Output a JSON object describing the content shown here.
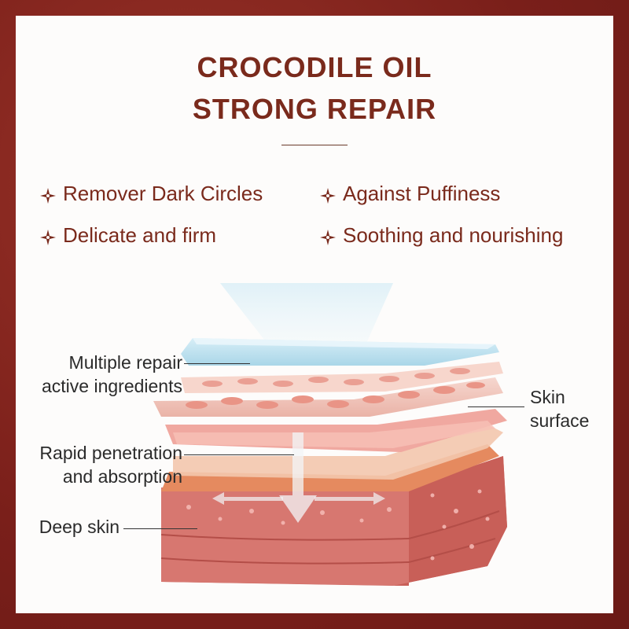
{
  "title": {
    "line1": "CROCODILE OIL",
    "line2": "STRONG REPAIR"
  },
  "features": [
    {
      "icon": "sparkle-cross-icon",
      "text": "Remover Dark Circles"
    },
    {
      "icon": "sparkle-cross-icon",
      "text": "Against Puffiness"
    },
    {
      "icon": "sparkle-cross-icon",
      "text": "Delicate and firm"
    },
    {
      "icon": "sparkle-cross-icon",
      "text": "Soothing and nourishing"
    }
  ],
  "diagram": {
    "labels": {
      "repair_line1": "Multiple repair",
      "repair_line2": "active ingredients",
      "surface_line1": "Skin",
      "surface_line2": "surface",
      "penetration_line1": "Rapid penetration",
      "penetration_line2": "and absorption",
      "deep": "Deep skin"
    }
  },
  "colors": {
    "frame": "#7a1f1a",
    "panel": "#fdfcfb",
    "accent_text": "#7a2a1c"
  }
}
